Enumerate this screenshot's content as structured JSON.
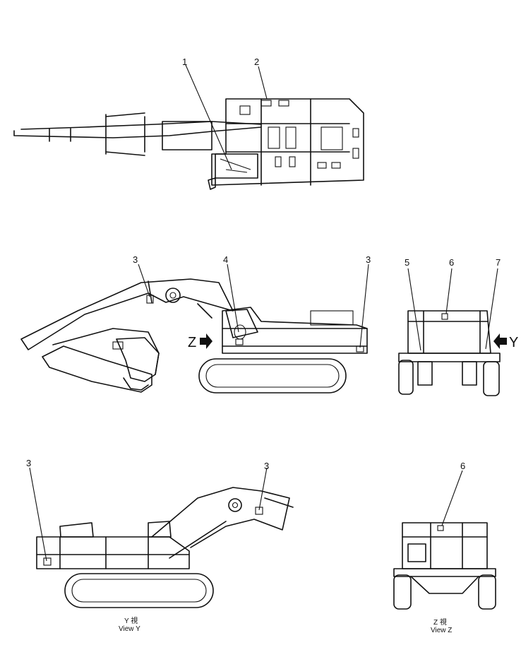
{
  "callouts": {
    "c1": "1",
    "c2": "2",
    "c3a": "3",
    "c4": "4",
    "c3b": "3",
    "c5": "5",
    "c6a": "6",
    "c7": "7",
    "c3c": "3",
    "c3d": "3",
    "c6b": "6"
  },
  "view_arrows": {
    "z_label": "Z",
    "y_label": "Y"
  },
  "captions": {
    "view_y_line1": "Y 視",
    "view_y_line2": "View Y",
    "view_z_line1": "Z 視",
    "view_z_line2": "View Z"
  }
}
